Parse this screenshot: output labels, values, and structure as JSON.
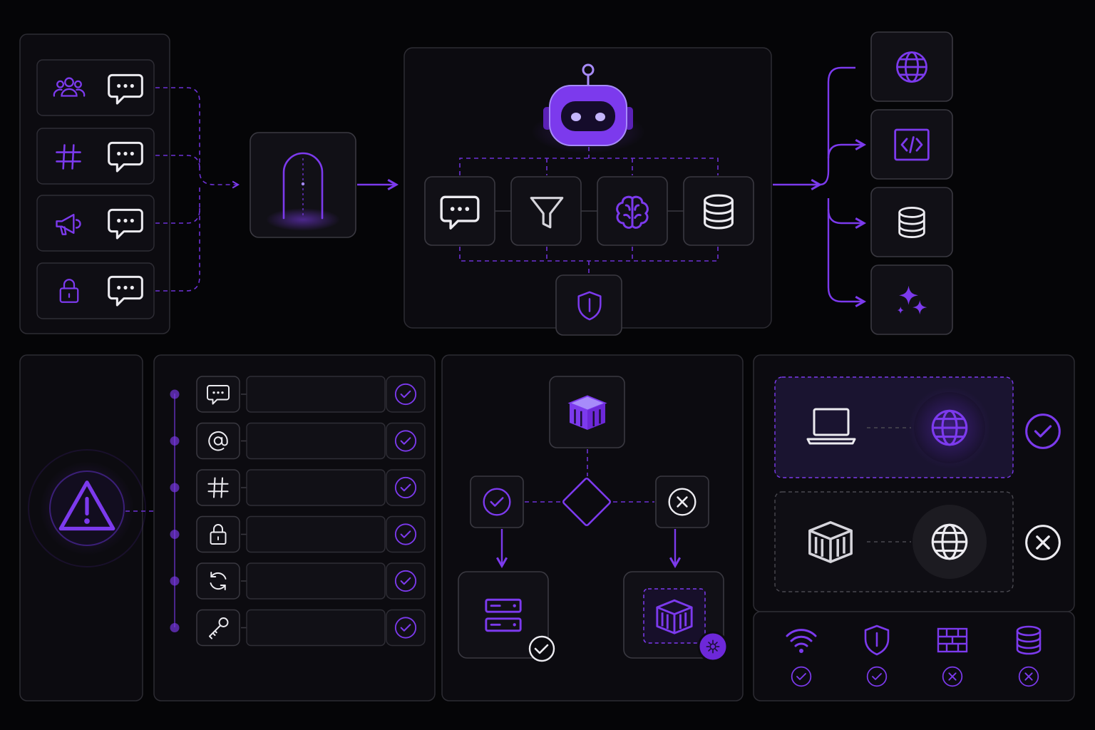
{
  "colors": {
    "background": "#050507",
    "panel": "#0c0b10",
    "border": "#2d2c33",
    "accent": "#7c3aed",
    "icon_white": "#ecebf0"
  },
  "sources": [
    {
      "source_icon": "users-icon",
      "message_icon": "chat-bubble-icon"
    },
    {
      "source_icon": "hashtag-icon",
      "message_icon": "chat-bubble-icon"
    },
    {
      "source_icon": "megaphone-icon",
      "message_icon": "chat-bubble-icon"
    },
    {
      "source_icon": "lock-icon",
      "message_icon": "chat-bubble-icon"
    }
  ],
  "gateway": {
    "icon": "gateway-arch-icon"
  },
  "agent": {
    "icon": "robot-icon",
    "modules": [
      "chat-bubble-icon",
      "filter-icon",
      "brain-icon",
      "database-icon"
    ],
    "guard": "shield-icon"
  },
  "outputs": [
    "globe-icon",
    "code-icon",
    "database-icon",
    "sparkles-icon"
  ],
  "alert": {
    "icon": "warning-icon"
  },
  "checklist": [
    {
      "icon": "chat-bubble-icon",
      "status": "check"
    },
    {
      "icon": "at-sign-icon",
      "status": "check"
    },
    {
      "icon": "hashtag-icon",
      "status": "check"
    },
    {
      "icon": "lock-icon",
      "status": "check"
    },
    {
      "icon": "refresh-icon",
      "status": "check"
    },
    {
      "icon": "key-icon",
      "status": "check"
    }
  ],
  "decision": {
    "top": "container-icon",
    "approve": "check-circle-icon",
    "reject": "x-circle-icon",
    "left_result": "server-icon",
    "right_result": "container-icon"
  },
  "network": [
    {
      "device": "laptop-icon",
      "target": "globe-icon",
      "status": "allowed"
    },
    {
      "device": "container-icon",
      "target": "globe-icon",
      "status": "blocked"
    }
  ],
  "capabilities": [
    {
      "icon": "wifi-icon",
      "status": "check"
    },
    {
      "icon": "shield-icon",
      "status": "check"
    },
    {
      "icon": "firewall-icon",
      "status": "x"
    },
    {
      "icon": "database-icon",
      "status": "x"
    }
  ]
}
